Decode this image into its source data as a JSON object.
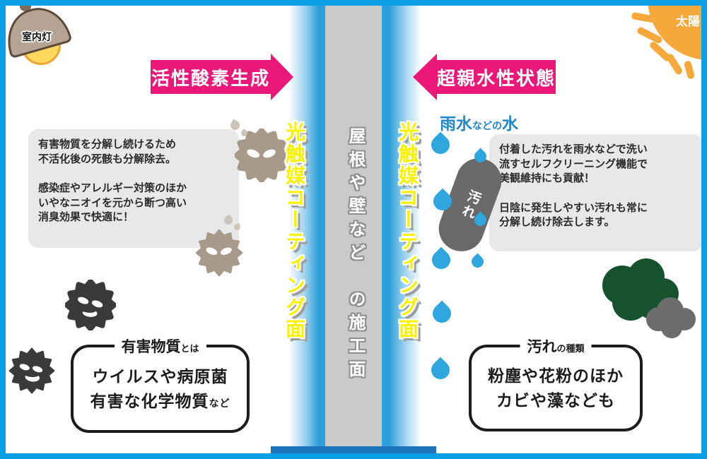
{
  "colors": {
    "frame_blue": "#0A9FE5",
    "accent_pink": "#EC1879",
    "band_blue": "#2B9FD9",
    "coat_yellow": "#F8F100",
    "surface_gray": "#CACACA",
    "panel_gray": "#E8E8E8",
    "rain_blue": "#1F88CA",
    "drop_blue": "#2FA7DE",
    "germ_taupe": "#A89A8B",
    "germ_dark": "#3A3A3A",
    "moss_green": "#17522F",
    "moss_gray": "#6C6C6C",
    "sun_orange": "#F6A83B",
    "dirt_gray": "#696969"
  },
  "top": {
    "indoor_light_label": "室内灯",
    "sun_label": "太陽"
  },
  "arrows": {
    "left_label": "活性酸素生成",
    "right_label": "超親水性状態"
  },
  "coating": {
    "left_surface_label": "光触媒コーティング面",
    "right_surface_label": "光触媒コーティング面",
    "base_surface_label": "屋根や壁など　の施工面"
  },
  "left_side": {
    "panel_text": "有害物質を分解し続けるため\n不活化後の死骸も分解除去。\n\n感染症やアレルギー対策のほか\nいやなニオイを元から断つ高い\n消臭効果で快適に！",
    "harmful_box": {
      "title_main": "有害物質",
      "title_small": "とは",
      "line1": "ウイルスや病原菌",
      "line2": "有害な化学物質",
      "line2_small": "など"
    }
  },
  "right_side": {
    "rain_main": "雨水",
    "rain_small": "などの",
    "rain_tail": "水",
    "panel_text": "付着した汚れを雨水などで洗い\n流すセルフクリーニング機能で\n美観維持にも貢献！\n\n日陰に発生しやすい汚れも常に\n分解し続け除去します。",
    "dirt_label": "汚れ",
    "dirt_box": {
      "title_main": "汚れ",
      "title_small": "の種類",
      "line1": "粉塵や花粉のほか",
      "line2": "カビや藻なども"
    }
  },
  "icons": {
    "indoor_light": "lamp-icon",
    "sun": "sun-icon",
    "germ": "germ-icon",
    "water_drop": "water-drop-icon",
    "dirt": "dirt-blob-icon",
    "moss": "moss-algae-icon"
  }
}
